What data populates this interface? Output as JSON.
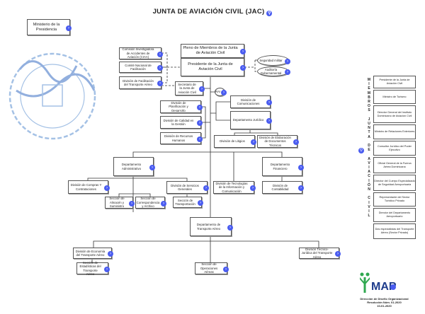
{
  "title": "JUNTA DE AVIACIÓN CIVIL (JAC)",
  "colors": {
    "accent": "#4a5cf0",
    "stamp": "#5b8fd0",
    "logo_green": "#2fa84f",
    "logo_blue": "#1e3c8c"
  },
  "nodes": {
    "ministerio": "Ministerio de la Presidencia",
    "pleno": "Pleno de Miembros de la Junta de Aviación Civil",
    "presidente": "Presidente de la Junta de Aviación Civil",
    "ciiaa": "Comisión Investigadora de Accidentes de Aviación (CIAA)",
    "comite": "Comité Nacional de Facilitación",
    "facilitacion": "División de Facilitación del Transporte Aéreo",
    "secretario": "Secretario de la Junta de Aviación Civil",
    "seguridad": "Seguridad militar",
    "auditoria": "Auditoría Gubernamental",
    "rai": "RAI",
    "comunicaciones": "División de Comunicaciones",
    "juridico": "Departamento Jurídico",
    "planificacion": "División de Planificación y Desarrollo",
    "calidad": "División de Calidad en la Gestión",
    "rrhh": "División de Recursos Humanos",
    "litigios": "División de Litigios",
    "elaboracion": "División de Elaboración de Documentos Técnicos",
    "administrativo": "Departamento Administrativo",
    "financiero": "Departamento Financiero",
    "compras": "División de Compras Y Contrataciones",
    "servicios": "División de Servicios Generales",
    "tecnologias": "División de Tecnologías de la Información y Comunicación",
    "contabilidad": "División de Contabilidad",
    "almacen": "Sección de Almacén y Suministro",
    "correspondencia": "Sección de Correspondencia y Archivo",
    "transportacion": "Sección de Transportación",
    "transporte_aereo": "Departamento de Transporte Aéreo",
    "economia": "División de Economía del Transporte Aéreo",
    "estadisticas": "Sección de Estadísticas del Transporte Aéreo",
    "operaciones": "Sección de Operaciones Aéreas",
    "tecnico_juridica": "División Técnico-Jurídica del Transporte Aéreo"
  },
  "members_label": "MIEMBROS JUNTA DE AVIACIÓN CIVIL",
  "members": [
    "Presidente de la Junta de Aviación Civil",
    "Ministro de Turismo",
    "Director General del Instituto Dominicano de Aviación Civil",
    "Ministro de Relaciones Exteriores",
    "Consultor Jurídico del Poder Ejecutivo",
    "Oficial General de la Fuerza Aérea Dominicana",
    "Director del Cuerpo Especializado de Seguridad Aeroportuaria",
    "Representante del Sector Turístico Privado",
    "Director del Departamento Aeroportuario",
    "Dos especialistas del Transporte Aéreo (Sector Privado)"
  ],
  "logo": {
    "text": "MAP"
  },
  "footer": {
    "line1": "Dirección de Diseño Organizacional",
    "line2": "Resolución Núm. 01-2020",
    "line3": "10-01-2020"
  }
}
